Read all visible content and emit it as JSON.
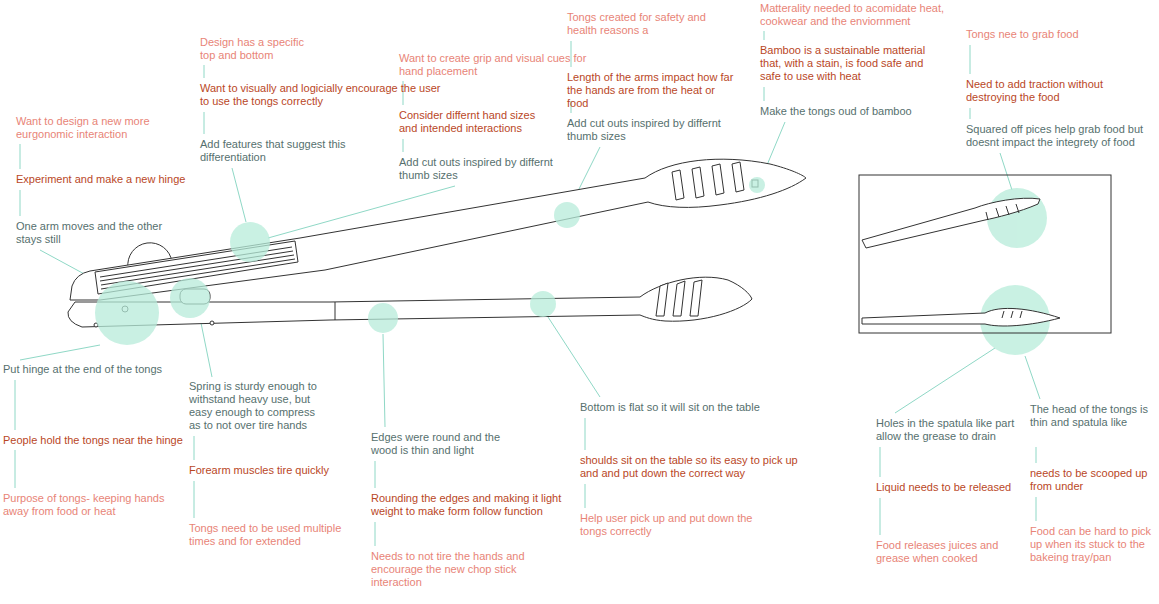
{
  "diagram": {
    "labels": [
      "Want to design a new more eurgonomic interaction",
      "Experiment and make a new hinge",
      "One arm moves and the other stays still",
      "Design has a specific top and bottom",
      "Want to visually and logicially encourage the user to use the tongs correctly",
      "Add features that suggest this differentiation",
      "Want to create grip and visual cues for hand placement",
      "Consider differnt hand sizes and intended interactions",
      "Add cut outs inspired by differnt thumb sizes",
      "Tongs created for safety and health reasons a",
      "Length of the arms impact how far the hands are from the heat or food",
      "Add cut outs inspired by differnt thumb sizes",
      "Matterality needed to acomidate heat, cookwear and the enviornment",
      "Bamboo is a sustainable matterial that, with a stain, is food safe and safe to use with heat",
      "Make the tongs oud of bamboo",
      "Tongs nee to grab food",
      "Need to add traction without destroying the food",
      "Squared off pices help grab food but doesnt impact the integrety of food",
      "Put hinge at the end of the tongs",
      "People hold the tongs near the hinge",
      "Purpose of tongs- keeping hands away from food or heat",
      "Spring is sturdy enough to withstand heavy use, but easy enough to compress as to not over tire hands",
      "Forearm muscles tire quickly",
      "Tongs need to be used multiple times and for extended",
      "Edges were round and the wood is thin and light",
      "Rounding the edges and making it light weight to make form follow function",
      "Needs to not tire the hands and encourage the new chop stick interaction",
      "Bottom is flat so it will sit on the table",
      "shoulds sit on the table so its easy to pick up and and put down the correct way",
      "Help user pick up and put down the tongs correctly",
      "Holes in the spatula like part allow the grease to drain",
      "Liquid needs to be released",
      "Food releases juices and grease when cooked",
      "The head of the tongs is thin and spatula like",
      "needs to be scooped up from under",
      "Food can be hard to pick up when its stuck to the bakeing tray/pan"
    ]
  }
}
